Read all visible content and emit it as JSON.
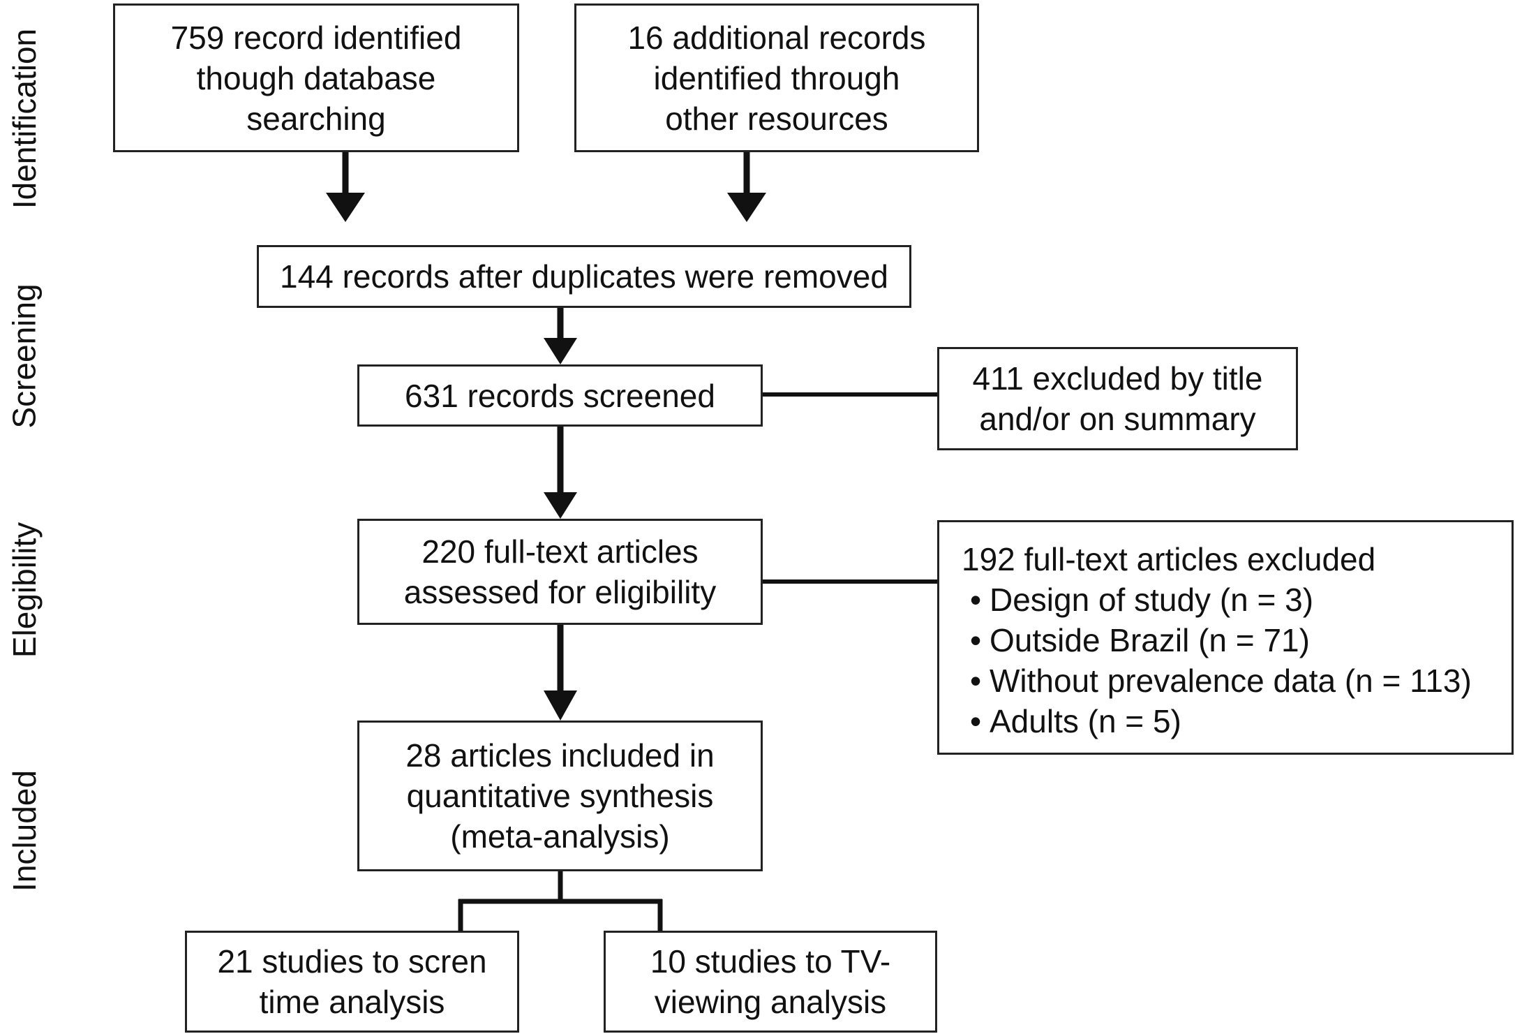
{
  "stages": {
    "identification": "Identification",
    "screening": "Screening",
    "elegibility": "Elegibility",
    "included": "Included"
  },
  "boxes": {
    "database_records": [
      "759 record identified",
      "though database",
      "searching"
    ],
    "additional_records": [
      "16 additional records",
      "identified through",
      "other resources"
    ],
    "after_duplicates": [
      "144 records after duplicates were removed"
    ],
    "screened": [
      "631 records screened"
    ],
    "excluded_title": [
      "411 excluded by title",
      "and/or on summary"
    ],
    "full_text_assessed": [
      "220 full-text articles",
      "assessed for eligibility"
    ],
    "full_text_excluded": {
      "heading": "192 full-text articles excluded",
      "bullet": "•",
      "items": [
        "Design of study (n = 3)",
        "Outside Brazil (n = 71)",
        "Without prevalence data (n = 113)",
        "Adults (n = 5)"
      ]
    },
    "included_synthesis": [
      "28 articles included in",
      "quantitative synthesis",
      "(meta-analysis)"
    ],
    "screen_time": [
      "21 studies to scren",
      "time analysis"
    ],
    "tv_viewing": [
      "10 studies to TV-",
      "viewing analysis"
    ]
  }
}
